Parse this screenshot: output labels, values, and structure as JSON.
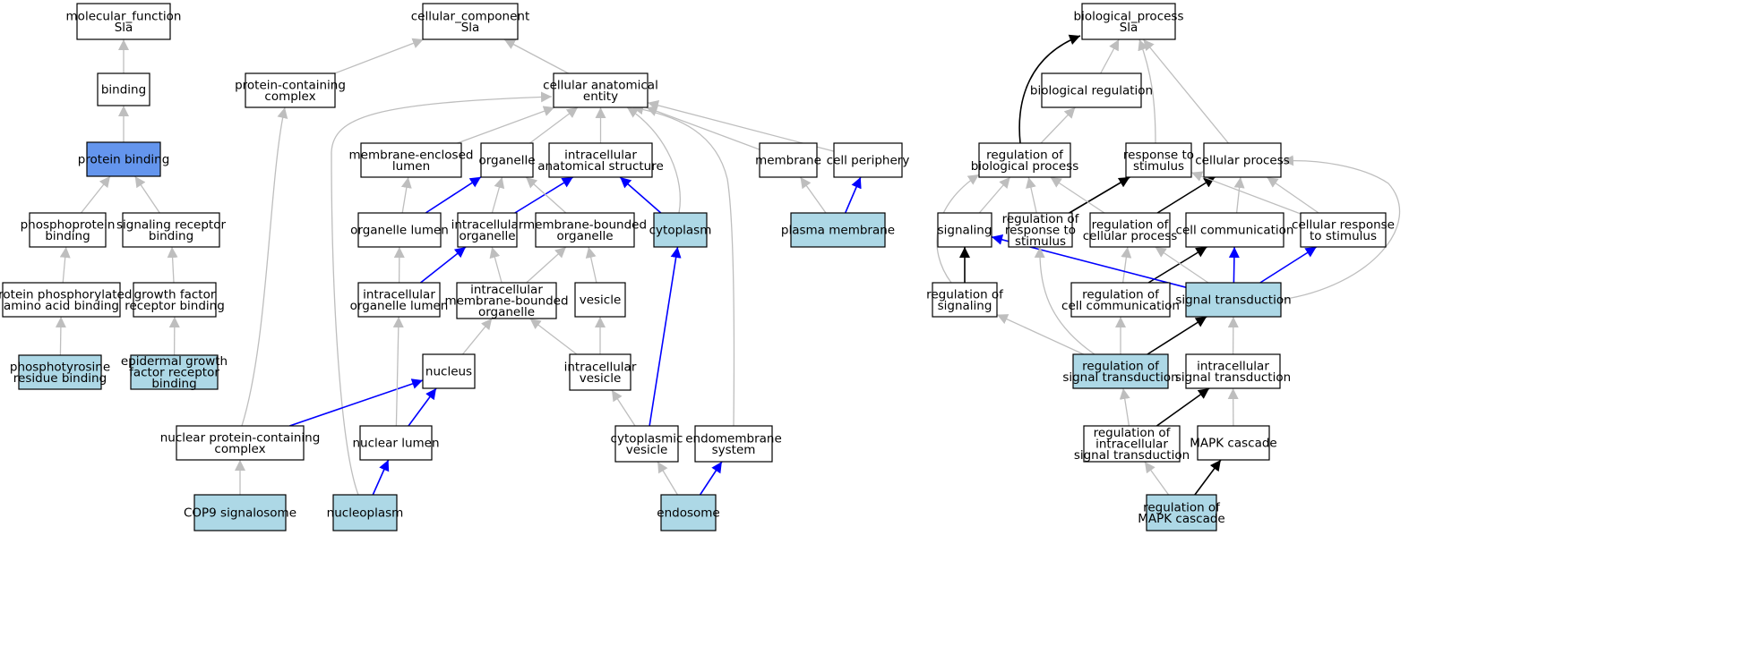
{
  "colors": {
    "plain": "#ffffff",
    "annotated": "#add8e6",
    "highlight": "#6495ed",
    "edge_is_a": "#bebebe",
    "edge_part_of": "#0000ff",
    "edge_regulates": "#000000"
  },
  "nodes": [
    {
      "id": "mf",
      "lines": [
        "molecular_function",
        "Sla"
      ],
      "style": "plain"
    },
    {
      "id": "binding",
      "lines": [
        "binding"
      ],
      "style": "plain"
    },
    {
      "id": "protein_binding",
      "lines": [
        "protein binding"
      ],
      "style": "highlight"
    },
    {
      "id": "phosphoprotein_binding",
      "lines": [
        "phosphoprotein",
        "binding"
      ],
      "style": "plain"
    },
    {
      "id": "signaling_receptor_binding",
      "lines": [
        "signaling receptor",
        "binding"
      ],
      "style": "plain"
    },
    {
      "id": "protein_phosphorylated_aa_binding",
      "lines": [
        "protein phosphorylated",
        "amino acid binding"
      ],
      "style": "plain"
    },
    {
      "id": "growth_factor_receptor_binding",
      "lines": [
        "growth factor",
        "receptor binding"
      ],
      "style": "plain"
    },
    {
      "id": "phosphotyrosine_residue_binding",
      "lines": [
        "phosphotyrosine",
        "residue binding"
      ],
      "style": "annotated"
    },
    {
      "id": "egfr_binding",
      "lines": [
        "epidermal growth",
        "factor receptor",
        "binding"
      ],
      "style": "annotated"
    },
    {
      "id": "cc",
      "lines": [
        "cellular_component",
        "Sla"
      ],
      "style": "plain"
    },
    {
      "id": "protein_containing_complex",
      "lines": [
        "protein-containing",
        "complex"
      ],
      "style": "plain"
    },
    {
      "id": "cellular_anatomical_entity",
      "lines": [
        "cellular anatomical",
        "entity"
      ],
      "style": "plain"
    },
    {
      "id": "membrane_enclosed_lumen",
      "lines": [
        "membrane-enclosed",
        "lumen"
      ],
      "style": "plain"
    },
    {
      "id": "organelle",
      "lines": [
        "organelle"
      ],
      "style": "plain"
    },
    {
      "id": "intracellular_anatomical_structure",
      "lines": [
        "intracellular",
        "anatomical structure"
      ],
      "style": "plain"
    },
    {
      "id": "membrane",
      "lines": [
        "membrane"
      ],
      "style": "plain"
    },
    {
      "id": "cell_periphery",
      "lines": [
        "cell periphery"
      ],
      "style": "plain"
    },
    {
      "id": "organelle_lumen",
      "lines": [
        "organelle lumen"
      ],
      "style": "plain"
    },
    {
      "id": "intracellular_organelle",
      "lines": [
        "intracellular",
        "organelle"
      ],
      "style": "plain"
    },
    {
      "id": "membrane_bounded_organelle",
      "lines": [
        "membrane-bounded",
        "organelle"
      ],
      "style": "plain"
    },
    {
      "id": "cytoplasm",
      "lines": [
        "cytoplasm"
      ],
      "style": "annotated"
    },
    {
      "id": "plasma_membrane",
      "lines": [
        "plasma membrane"
      ],
      "style": "annotated"
    },
    {
      "id": "intracellular_organelle_lumen",
      "lines": [
        "intracellular",
        "organelle lumen"
      ],
      "style": "plain"
    },
    {
      "id": "intracellular_mb_organelle",
      "lines": [
        "intracellular",
        "membrane-bounded",
        "organelle"
      ],
      "style": "plain"
    },
    {
      "id": "vesicle",
      "lines": [
        "vesicle"
      ],
      "style": "plain"
    },
    {
      "id": "nucleus",
      "lines": [
        "nucleus"
      ],
      "style": "plain"
    },
    {
      "id": "intracellular_vesicle",
      "lines": [
        "intracellular",
        "vesicle"
      ],
      "style": "plain"
    },
    {
      "id": "nuclear_protein_containing_complex",
      "lines": [
        "nuclear protein-containing",
        "complex"
      ],
      "style": "plain"
    },
    {
      "id": "nuclear_lumen",
      "lines": [
        "nuclear lumen"
      ],
      "style": "plain"
    },
    {
      "id": "cytoplasmic_vesicle",
      "lines": [
        "cytoplasmic",
        "vesicle"
      ],
      "style": "plain"
    },
    {
      "id": "endomembrane_system",
      "lines": [
        "endomembrane",
        "system"
      ],
      "style": "plain"
    },
    {
      "id": "cop9_signalosome",
      "lines": [
        "COP9 signalosome"
      ],
      "style": "annotated"
    },
    {
      "id": "nucleoplasm",
      "lines": [
        "nucleoplasm"
      ],
      "style": "annotated"
    },
    {
      "id": "endosome",
      "lines": [
        "endosome"
      ],
      "style": "annotated"
    },
    {
      "id": "bp",
      "lines": [
        "biological_process",
        "Sla"
      ],
      "style": "plain"
    },
    {
      "id": "biological_regulation",
      "lines": [
        "biological regulation"
      ],
      "style": "plain"
    },
    {
      "id": "regulation_of_biological_process",
      "lines": [
        "regulation of",
        "biological process"
      ],
      "style": "plain"
    },
    {
      "id": "response_to_stimulus",
      "lines": [
        "response to",
        "stimulus"
      ],
      "style": "plain"
    },
    {
      "id": "cellular_process",
      "lines": [
        "cellular process"
      ],
      "style": "plain"
    },
    {
      "id": "signaling",
      "lines": [
        "signaling"
      ],
      "style": "plain"
    },
    {
      "id": "regulation_of_response_to_stimulus",
      "lines": [
        "regulation of",
        "response to",
        "stimulus"
      ],
      "style": "plain"
    },
    {
      "id": "regulation_of_cellular_process",
      "lines": [
        "regulation of",
        "cellular process"
      ],
      "style": "plain"
    },
    {
      "id": "cell_communication",
      "lines": [
        "cell communication"
      ],
      "style": "plain"
    },
    {
      "id": "cellular_response_to_stimulus",
      "lines": [
        "cellular response",
        "to stimulus"
      ],
      "style": "plain"
    },
    {
      "id": "regulation_of_signaling",
      "lines": [
        "regulation of",
        "signaling"
      ],
      "style": "plain"
    },
    {
      "id": "regulation_of_cell_communication",
      "lines": [
        "regulation of",
        "cell communication"
      ],
      "style": "plain"
    },
    {
      "id": "signal_transduction",
      "lines": [
        "signal transduction"
      ],
      "style": "annotated"
    },
    {
      "id": "regulation_of_signal_transduction",
      "lines": [
        "regulation of",
        "signal transduction"
      ],
      "style": "annotated"
    },
    {
      "id": "intracellular_signal_transduction",
      "lines": [
        "intracellular",
        "signal transduction"
      ],
      "style": "plain"
    },
    {
      "id": "regulation_of_intracellular_signal_transduction",
      "lines": [
        "regulation of",
        "intracellular",
        "signal transduction"
      ],
      "style": "plain"
    },
    {
      "id": "mapk_cascade",
      "lines": [
        "MAPK cascade"
      ],
      "style": "plain"
    },
    {
      "id": "regulation_of_mapk_cascade",
      "lines": [
        "regulation of",
        "MAPK cascade"
      ],
      "style": "annotated"
    }
  ],
  "edges": [
    {
      "from": "binding",
      "to": "mf",
      "type": "is_a"
    },
    {
      "from": "protein_binding",
      "to": "binding",
      "type": "is_a"
    },
    {
      "from": "phosphoprotein_binding",
      "to": "protein_binding",
      "type": "is_a"
    },
    {
      "from": "signaling_receptor_binding",
      "to": "protein_binding",
      "type": "is_a"
    },
    {
      "from": "protein_phosphorylated_aa_binding",
      "to": "phosphoprotein_binding",
      "type": "is_a"
    },
    {
      "from": "growth_factor_receptor_binding",
      "to": "signaling_receptor_binding",
      "type": "is_a"
    },
    {
      "from": "phosphotyrosine_residue_binding",
      "to": "protein_phosphorylated_aa_binding",
      "type": "is_a"
    },
    {
      "from": "egfr_binding",
      "to": "growth_factor_receptor_binding",
      "type": "is_a"
    },
    {
      "from": "protein_containing_complex",
      "to": "cc",
      "type": "is_a"
    },
    {
      "from": "cellular_anatomical_entity",
      "to": "cc",
      "type": "is_a"
    },
    {
      "from": "membrane_enclosed_lumen",
      "to": "cellular_anatomical_entity",
      "type": "is_a"
    },
    {
      "from": "organelle",
      "to": "cellular_anatomical_entity",
      "type": "is_a"
    },
    {
      "from": "intracellular_anatomical_structure",
      "to": "cellular_anatomical_entity",
      "type": "is_a"
    },
    {
      "from": "membrane",
      "to": "cellular_anatomical_entity",
      "type": "is_a"
    },
    {
      "from": "cell_periphery",
      "to": "cellular_anatomical_entity",
      "type": "is_a"
    },
    {
      "from": "cytoplasm",
      "to": "cellular_anatomical_entity",
      "type": "is_a"
    },
    {
      "from": "endomembrane_system",
      "to": "cellular_anatomical_entity",
      "type": "is_a"
    },
    {
      "from": "nucleoplasm",
      "to": "cellular_anatomical_entity",
      "type": "is_a"
    },
    {
      "from": "nuclear_protein_containing_complex",
      "to": "protein_containing_complex",
      "type": "is_a"
    },
    {
      "from": "organelle_lumen",
      "to": "membrane_enclosed_lumen",
      "type": "is_a"
    },
    {
      "from": "organelle_lumen",
      "to": "organelle",
      "type": "part_of"
    },
    {
      "from": "intracellular_organelle",
      "to": "organelle",
      "type": "is_a"
    },
    {
      "from": "intracellular_organelle",
      "to": "intracellular_anatomical_structure",
      "type": "part_of"
    },
    {
      "from": "membrane_bounded_organelle",
      "to": "organelle",
      "type": "is_a"
    },
    {
      "from": "cytoplasm",
      "to": "intracellular_anatomical_structure",
      "type": "part_of"
    },
    {
      "from": "plasma_membrane",
      "to": "membrane",
      "type": "is_a"
    },
    {
      "from": "plasma_membrane",
      "to": "cell_periphery",
      "type": "part_of"
    },
    {
      "from": "intracellular_organelle_lumen",
      "to": "organelle_lumen",
      "type": "is_a"
    },
    {
      "from": "intracellular_organelle_lumen",
      "to": "intracellular_organelle",
      "type": "part_of"
    },
    {
      "from": "intracellular_mb_organelle",
      "to": "intracellular_organelle",
      "type": "is_a"
    },
    {
      "from": "intracellular_mb_organelle",
      "to": "membrane_bounded_organelle",
      "type": "is_a"
    },
    {
      "from": "vesicle",
      "to": "membrane_bounded_organelle",
      "type": "is_a"
    },
    {
      "from": "nucleus",
      "to": "intracellular_mb_organelle",
      "type": "is_a"
    },
    {
      "from": "intracellular_vesicle",
      "to": "intracellular_mb_organelle",
      "type": "is_a"
    },
    {
      "from": "intracellular_vesicle",
      "to": "vesicle",
      "type": "is_a"
    },
    {
      "from": "nuclear_protein_containing_complex",
      "to": "nucleus",
      "type": "part_of"
    },
    {
      "from": "nuclear_lumen",
      "to": "intracellular_organelle_lumen",
      "type": "is_a"
    },
    {
      "from": "nuclear_lumen",
      "to": "nucleus",
      "type": "part_of"
    },
    {
      "from": "cytoplasmic_vesicle",
      "to": "intracellular_vesicle",
      "type": "is_a"
    },
    {
      "from": "cytoplasmic_vesicle",
      "to": "cytoplasm",
      "type": "part_of"
    },
    {
      "from": "cop9_signalosome",
      "to": "nuclear_protein_containing_complex",
      "type": "is_a"
    },
    {
      "from": "nucleoplasm",
      "to": "nuclear_lumen",
      "type": "part_of"
    },
    {
      "from": "endosome",
      "to": "cytoplasmic_vesicle",
      "type": "is_a"
    },
    {
      "from": "endosome",
      "to": "endomembrane_system",
      "type": "part_of"
    },
    {
      "from": "biological_regulation",
      "to": "bp",
      "type": "is_a"
    },
    {
      "from": "regulation_of_biological_process",
      "to": "bp",
      "type": "regulates"
    },
    {
      "from": "regulation_of_biological_process",
      "to": "biological_regulation",
      "type": "is_a"
    },
    {
      "from": "response_to_stimulus",
      "to": "bp",
      "type": "is_a"
    },
    {
      "from": "cellular_process",
      "to": "bp",
      "type": "is_a"
    },
    {
      "from": "signaling",
      "to": "regulation_of_biological_process",
      "type": "is_a"
    },
    {
      "from": "regulation_of_response_to_stimulus",
      "to": "regulation_of_biological_process",
      "type": "is_a"
    },
    {
      "from": "regulation_of_response_to_stimulus",
      "to": "response_to_stimulus",
      "type": "regulates"
    },
    {
      "from": "regulation_of_cellular_process",
      "to": "regulation_of_biological_process",
      "type": "is_a"
    },
    {
      "from": "regulation_of_cellular_process",
      "to": "cellular_process",
      "type": "regulates"
    },
    {
      "from": "cell_communication",
      "to": "cellular_process",
      "type": "is_a"
    },
    {
      "from": "cellular_response_to_stimulus",
      "to": "cellular_process",
      "type": "is_a"
    },
    {
      "from": "cellular_response_to_stimulus",
      "to": "response_to_stimulus",
      "type": "is_a"
    },
    {
      "from": "regulation_of_signaling",
      "to": "regulation_of_biological_process",
      "type": "is_a"
    },
    {
      "from": "regulation_of_signaling",
      "to": "signaling",
      "type": "regulates"
    },
    {
      "from": "regulation_of_cell_communication",
      "to": "regulation_of_cellular_process",
      "type": "is_a"
    },
    {
      "from": "regulation_of_cell_communication",
      "to": "cell_communication",
      "type": "regulates"
    },
    {
      "from": "signal_transduction",
      "to": "signaling",
      "type": "part_of"
    },
    {
      "from": "signal_transduction",
      "to": "regulation_of_cellular_process",
      "type": "is_a"
    },
    {
      "from": "signal_transduction",
      "to": "cell_communication",
      "type": "part_of"
    },
    {
      "from": "signal_transduction",
      "to": "cellular_response_to_stimulus",
      "type": "part_of"
    },
    {
      "from": "signal_transduction",
      "to": "cellular_process",
      "type": "is_a"
    },
    {
      "from": "regulation_of_signal_transduction",
      "to": "regulation_of_signaling",
      "type": "is_a"
    },
    {
      "from": "regulation_of_signal_transduction",
      "to": "regulation_of_response_to_stimulus",
      "type": "is_a"
    },
    {
      "from": "regulation_of_signal_transduction",
      "to": "regulation_of_cell_communication",
      "type": "is_a"
    },
    {
      "from": "regulation_of_signal_transduction",
      "to": "signal_transduction",
      "type": "regulates"
    },
    {
      "from": "intracellular_signal_transduction",
      "to": "signal_transduction",
      "type": "is_a"
    },
    {
      "from": "regulation_of_intracellular_signal_transduction",
      "to": "regulation_of_signal_transduction",
      "type": "is_a"
    },
    {
      "from": "regulation_of_intracellular_signal_transduction",
      "to": "intracellular_signal_transduction",
      "type": "regulates"
    },
    {
      "from": "mapk_cascade",
      "to": "intracellular_signal_transduction",
      "type": "is_a"
    },
    {
      "from": "regulation_of_mapk_cascade",
      "to": "regulation_of_intracellular_signal_transduction",
      "type": "is_a"
    },
    {
      "from": "regulation_of_mapk_cascade",
      "to": "mapk_cascade",
      "type": "regulates"
    }
  ]
}
